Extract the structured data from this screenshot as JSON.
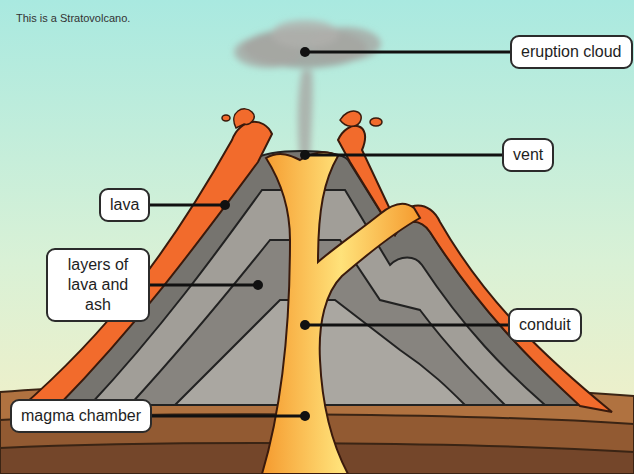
{
  "diagram": {
    "title": "This is a Stratovolcano.",
    "nodes": [
      {
        "text": [
          "eruption cloud"
        ]
      },
      {
        "text": [
          "vent"
        ]
      },
      {
        "text": [
          "lava"
        ]
      },
      {
        "text": [
          "layers of lava and ash"
        ]
      },
      {
        "text": [
          "conduit"
        ]
      },
      {
        "text": [
          "magma chamber"
        ]
      }
    ]
  }
}
